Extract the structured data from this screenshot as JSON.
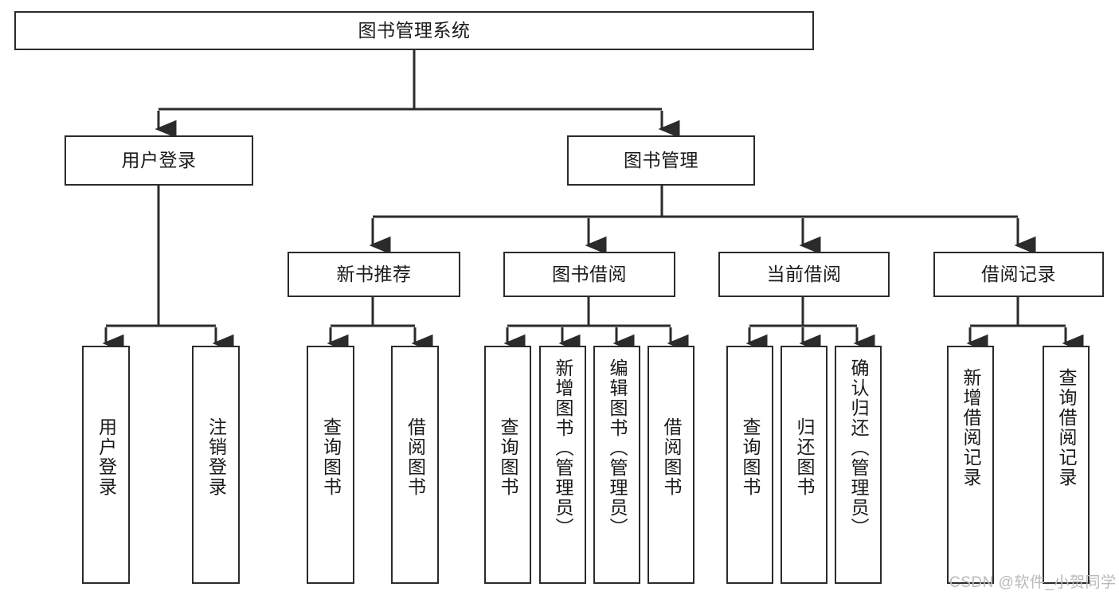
{
  "diagram": {
    "title": "图书管理系统",
    "type": "tree-hierarchy",
    "levels": {
      "root": {
        "label": "图书管理系统"
      },
      "level2": [
        {
          "label": "用户登录"
        },
        {
          "label": "图书管理"
        }
      ],
      "level3": [
        {
          "label": "新书推荐"
        },
        {
          "label": "图书借阅"
        },
        {
          "label": "当前借阅"
        },
        {
          "label": "借阅记录"
        }
      ],
      "leaves": {
        "user_login": [
          {
            "label": "用户登录"
          },
          {
            "label": "注销登录"
          }
        ],
        "new_book_recommend": [
          {
            "label": "查询图书"
          },
          {
            "label": "借阅图书"
          }
        ],
        "book_borrow": [
          {
            "label": "查询图书"
          },
          {
            "label": "新增图书（管理员）"
          },
          {
            "label": "编辑图书（管理员）"
          },
          {
            "label": "借阅图书"
          }
        ],
        "current_borrow": [
          {
            "label": "查询图书"
          },
          {
            "label": "归还图书"
          },
          {
            "label": "确认归还（管理员）"
          }
        ],
        "borrow_record": [
          {
            "label": "新增借阅记录"
          },
          {
            "label": "查询借阅记录"
          }
        ]
      }
    }
  },
  "watermark": {
    "text": "CSDN @软件_小贺同学"
  },
  "colors": {
    "border": "#2b2b2b",
    "background": "#ffffff",
    "text": "#1a1a1a",
    "watermark": "#b9b9b9"
  }
}
